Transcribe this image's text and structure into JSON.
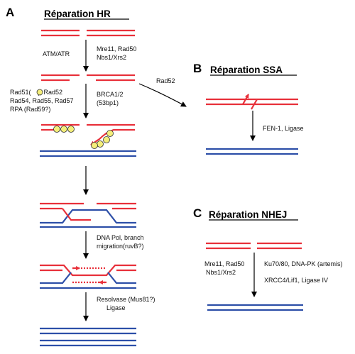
{
  "colors": {
    "red": "#e8303a",
    "blue": "#2d4fa8",
    "yellow": "#f4ee7a",
    "black": "#000000"
  },
  "panels": {
    "A": {
      "letter": "A",
      "title": "Réparation HR"
    },
    "B": {
      "letter": "B",
      "title": "Réparation SSA"
    },
    "C": {
      "letter": "C",
      "title": "Réparation NHEJ"
    }
  },
  "labels": {
    "atm_atr": "ATM/ATR",
    "mre11_rad50": "Mre11, Rad50",
    "nbs1_xrs2": "Nbs1/Xrs2",
    "rad51_pre": "Rad51(",
    "rad51_post": "), Rad52",
    "rad54_55_57": "Rad54, Rad55, Rad57",
    "rpa_rad59": "RPA (Rad59?)",
    "brca12": "BRCA1/2",
    "p53bp1": "(53bp1)",
    "dna_pol": "DNA Pol, branch",
    "branch_migration": "migration(ruvB?)",
    "resolvase": "Resolvase (Mus81?)",
    "ligase": "Ligase",
    "rad52": "Rad52",
    "fen1_ligase": "FEN-1, Ligase",
    "nhej_mre11_rad50": "Mre11, Rad50",
    "nhej_nbs1_xrs2": "Nbs1/Xrs2",
    "ku70_80": "Ku70/80, DNA-PK (artemis)",
    "xrcc4": "XRCC4/Lif1, Ligase IV"
  }
}
